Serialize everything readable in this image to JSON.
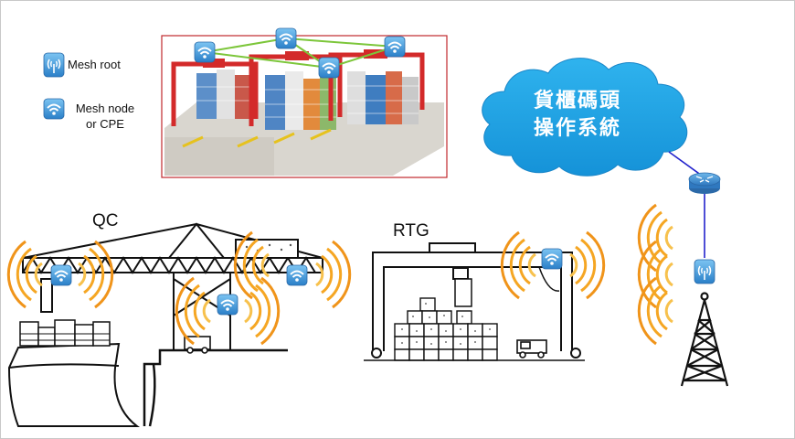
{
  "legend": {
    "root_label": "Mesh root",
    "node_label_line1": "Mesh node",
    "node_label_line2": "or CPE",
    "root_icon": "wifi-root-icon",
    "node_icon": "wifi-node-icon"
  },
  "labels": {
    "qc": "QC",
    "rtg": "RTG"
  },
  "cloud": {
    "line1": "貨櫃碼頭",
    "line2": "操作系統",
    "color": "#1e9fe0"
  },
  "colors": {
    "wave": "#f5a623",
    "wave_inner": "#f7c14d",
    "link": "#2222cc",
    "mesh_link": "#7cc63a",
    "photo_border": "#c0282d",
    "router": "#3a8fd0"
  }
}
